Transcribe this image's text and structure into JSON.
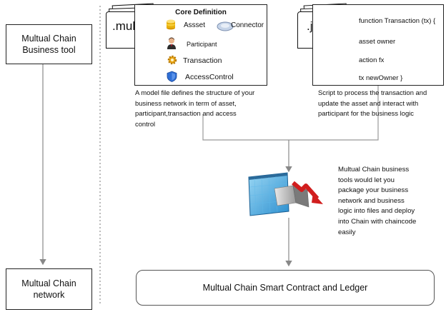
{
  "left_panel": {
    "business_tool": "Multual Chain Business tool",
    "network": "Multual Chain network"
  },
  "model_file": {
    "tab_label": ".mul",
    "title": "Core Definition",
    "items": {
      "asset": "Assset",
      "connector": "Connector",
      "participant": "Participant",
      "transaction": "Transaction",
      "access_control": "AccessControl"
    },
    "description_lines": [
      "A model file defines the structure of your",
      "business network in term of asset,",
      "participant,transaction and access",
      "control"
    ]
  },
  "script_file": {
    "tab_label": ".js",
    "lines": {
      "function": "function Transaction (tx) {",
      "asset_owner": "asset owner",
      "action": "action fx",
      "new_owner": "tx newOwner }"
    },
    "description_lines": [
      "Script to process the transaction and",
      "update the asset and interact with",
      "participant for the business logic"
    ]
  },
  "packaging_note_lines": [
    "Multual Chain  business",
    "tools would let you",
    "package your business",
    "network and business",
    "logic into files and deploy",
    "into Chain with chaincode",
    "easily"
  ],
  "ledger": {
    "label": "Multual Chain Smart Contract and Ledger"
  }
}
